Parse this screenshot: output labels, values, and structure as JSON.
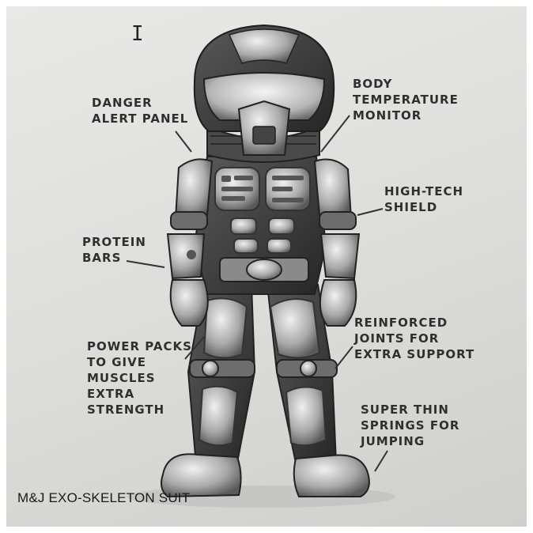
{
  "labels": {
    "danger_alert_panel": "DANGER\nALERT PANEL",
    "body_temperature_monitor": "BODY\nTEMPERATURE\nMONITOR",
    "high_tech_shield": "HIGH-TECH\nSHIELD",
    "protein_bars": "PROTEIN\nBARS",
    "power_packs": "POWER PACKS\nTO GIVE\nMUSCLES\nEXTRA\nSTRENGTH",
    "reinforced_joints": "REINFORCED\nJOINTS FOR\nEXTRA SUPPORT",
    "super_thin_springs": "SUPER THIN\nSPRINGS FOR\nJUMPING"
  },
  "caption": "M&J EXO-SKELETON SUIT",
  "cursor_glyph": "I",
  "colors": {
    "ink": "#2f2f2f",
    "suit_dark": "#3a3a3a",
    "suit_mid": "#7d7d7d",
    "suit_light": "#c4c4c4"
  }
}
